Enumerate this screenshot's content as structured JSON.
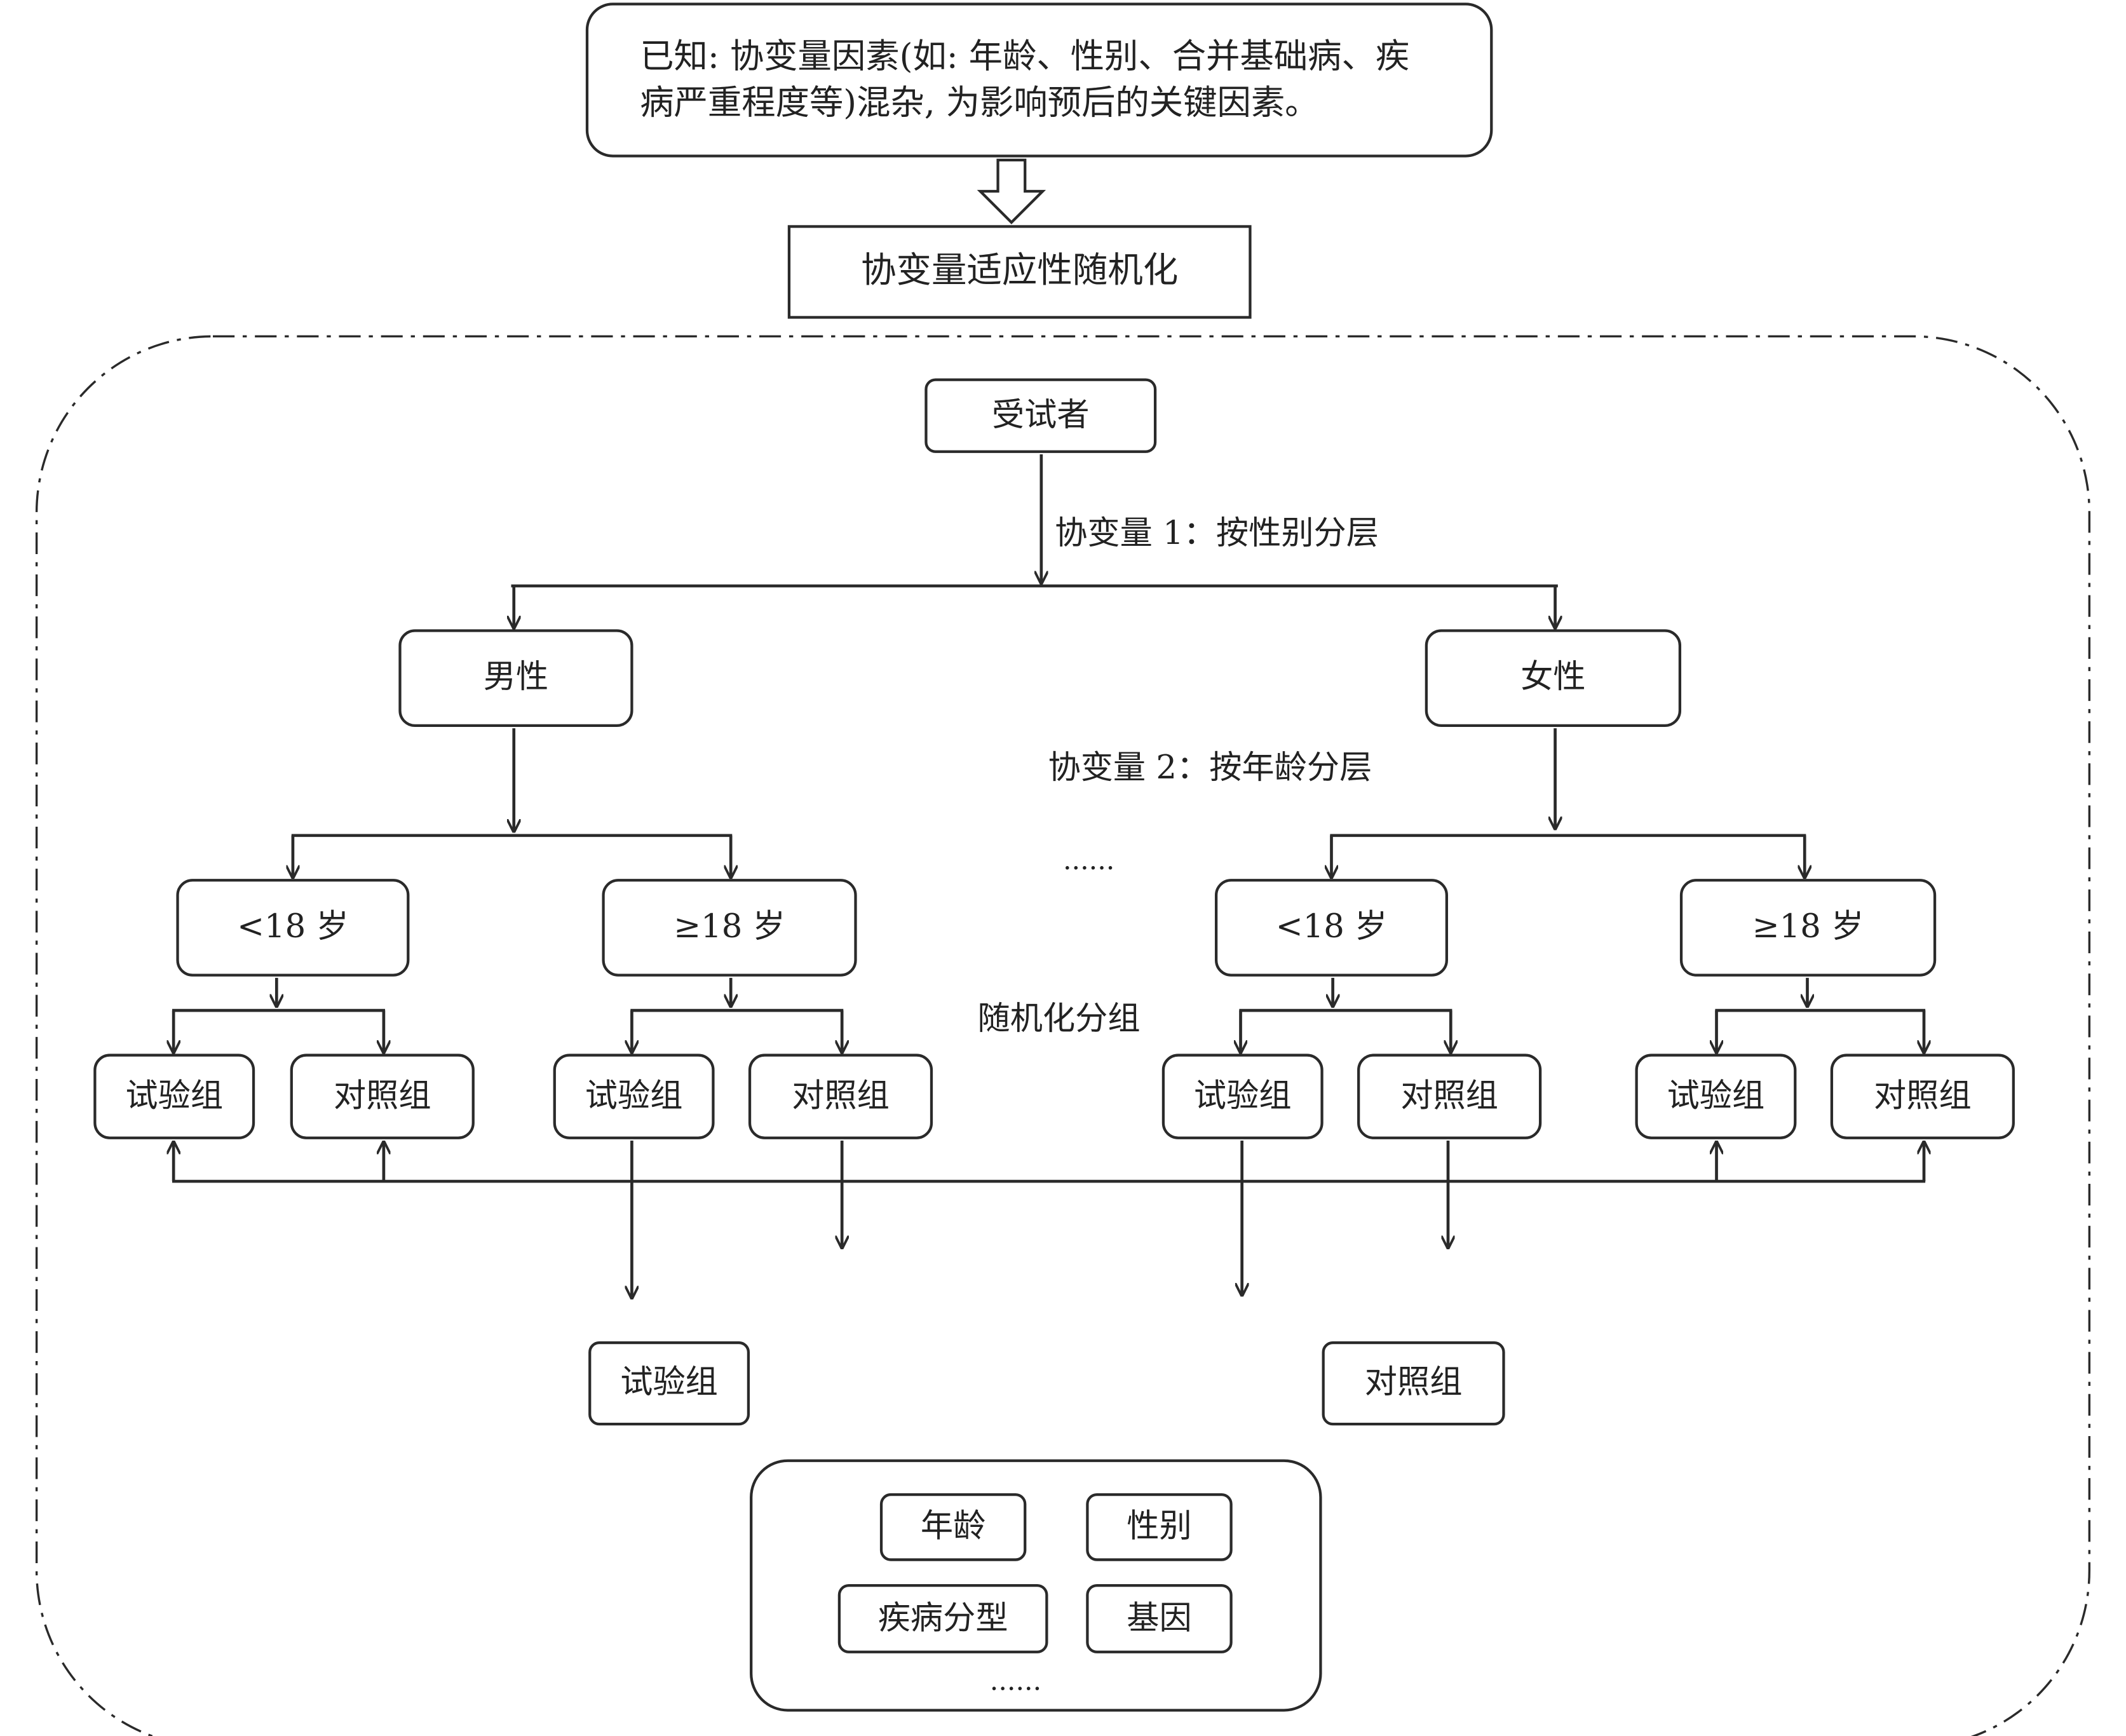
{
  "intro_text": "已知: 协变量因素(如: 年龄、性别、合并基础病、疾病严重程度等)混杂, 为影响预后的关键因素。",
  "method": "协变量适应性随机化",
  "subjects": "受试者",
  "covariate_1": "协变量 1：按性别分层",
  "covariate_2": "协变量 2：按年龄分层",
  "randomization_label": "随机化分组",
  "ellipsis": "......",
  "sexes": {
    "male": "男性",
    "female": "女性"
  },
  "age_groups": {
    "under18": "<18 岁",
    "over18": "≥18 岁"
  },
  "arms": {
    "treatment": "试验组",
    "control": "对照组"
  },
  "covariates_panel": {
    "items": [
      "年龄",
      "性别",
      "疾病分型",
      "基因"
    ],
    "more": "......"
  }
}
